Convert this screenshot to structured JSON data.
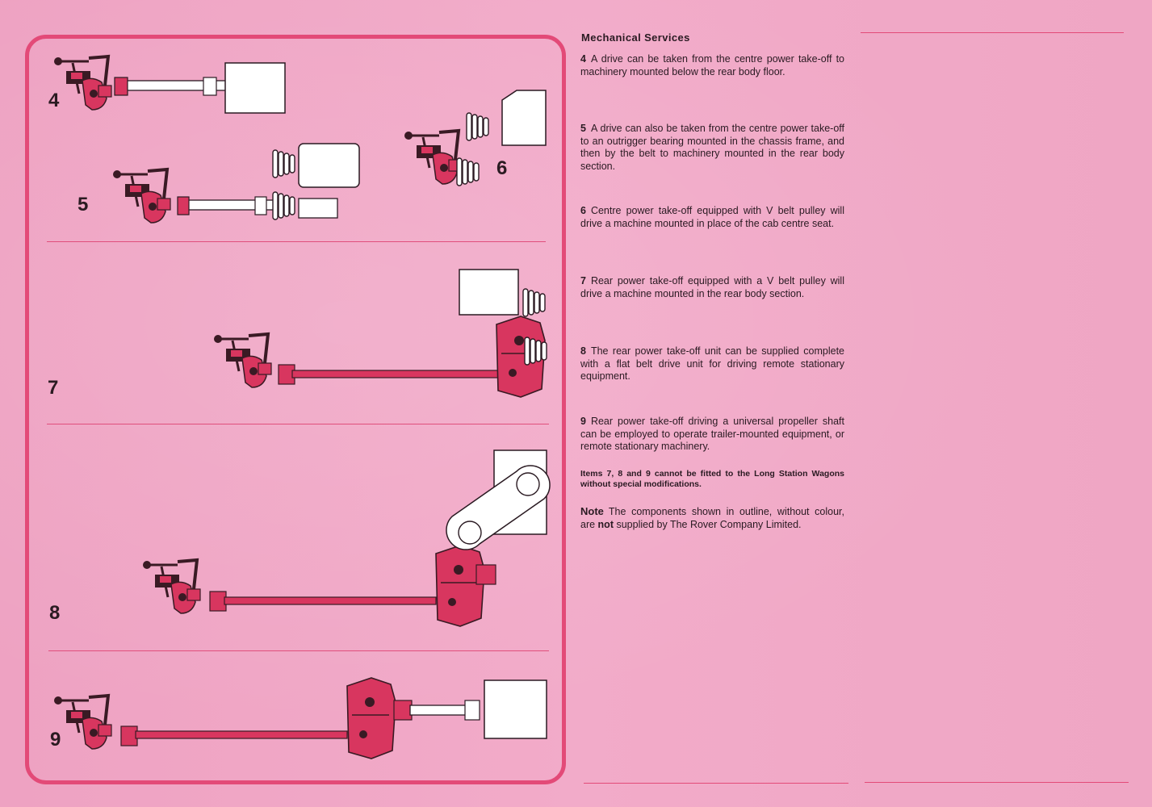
{
  "heading": "Mechanical Services",
  "figures": {
    "f4": "4",
    "f5": "5",
    "f6": "6",
    "f7": "7",
    "f8": "8",
    "f9": "9"
  },
  "paragraphs": [
    {
      "num": "4",
      "text": "A drive can be taken from the centre power take-off to machinery mounted below the rear body floor."
    },
    {
      "num": "5",
      "text": "A drive can also be taken from the centre power take-off to an outrigger bearing mounted in the chassis frame, and then by the belt to machinery mounted in the rear body section."
    },
    {
      "num": "6",
      "text": "Centre power take-off equipped with V belt pulley will drive a machine mounted in place of the cab centre seat."
    },
    {
      "num": "7",
      "text": "Rear power take-off equipped with a V belt pulley will drive a machine mounted in the rear body section."
    },
    {
      "num": "8",
      "text": "The rear power take-off unit can be supplied complete with a flat belt drive unit for driving remote stationary equipment."
    },
    {
      "num": "9",
      "text": "Rear power take-off driving a universal propeller shaft can be employed to operate trailer-mounted equipment, or remote stationary machinery."
    }
  ],
  "caution": "Items 7, 8 and 9 cannot be fitted to the Long Station Wagons without special modifications.",
  "note": {
    "label": "Note",
    "text_before": "The components shown in outline, without colour, are ",
    "emph": "not",
    "text_after": " supplied by The Rover Company Limited."
  },
  "colors": {
    "paper": "#f1a8c6",
    "accent": "#e34a78",
    "component": "#d8365f",
    "ink": "#2a1a22"
  }
}
